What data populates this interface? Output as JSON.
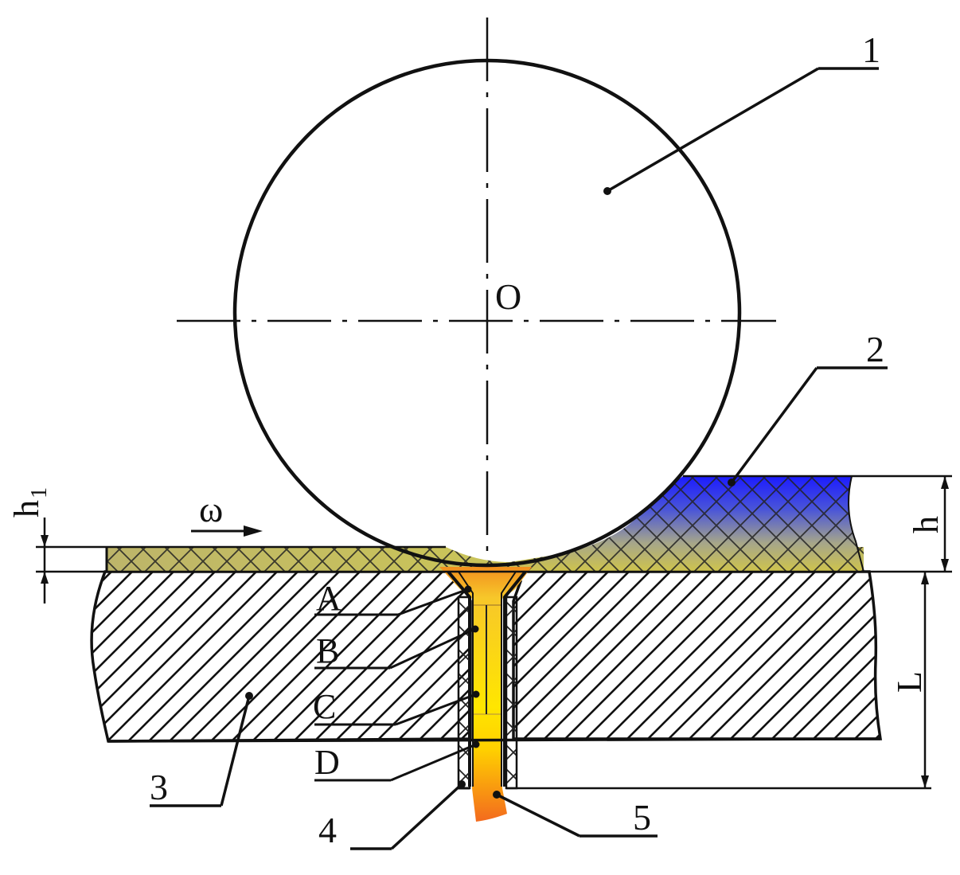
{
  "labels": {
    "center": "O",
    "roller": "1",
    "feed": "2",
    "die": "3",
    "sleeve": "4",
    "product": "5",
    "point_a": "A",
    "point_b": "B",
    "point_c": "C",
    "point_d": "D",
    "h1_main": "h",
    "h1_sub": "1",
    "h": "h",
    "L": "L",
    "omega": "ω"
  },
  "colors": {
    "outline": "#111111",
    "feed_blue": "#1a1aff",
    "feed_mid": "#9a9a98",
    "feed_yellow": "#cfc54a",
    "melt_yellow": "#ffe400",
    "melt_orange": "#f46a1c",
    "hatch": "#111111"
  }
}
